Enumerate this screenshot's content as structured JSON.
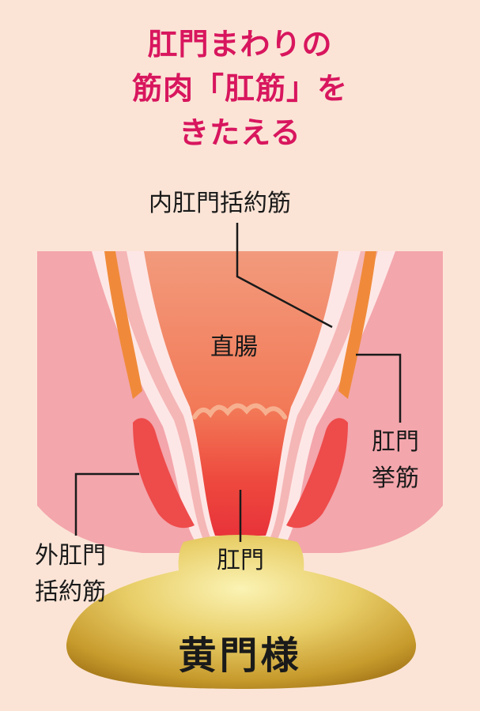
{
  "title": {
    "line1": "肛門まわりの",
    "line2": "筋肉「肛筋」を",
    "line3": "きたえる"
  },
  "labels": {
    "internal_sphincter": "内肛門括約筋",
    "rectum": "直腸",
    "levator_line1": "肛門",
    "levator_line2": "挙筋",
    "external_line1": "外肛門",
    "external_line2": "括約筋",
    "anus": "肛門"
  },
  "brand": "黄門様",
  "colors": {
    "background": "#fbe4d6",
    "title": "#d8165e",
    "outer_tissue": "#f3a6ac",
    "rectum": "#f28a6d",
    "levator": "#f08a3a",
    "external_sphincter": "#ee4b4b",
    "lining": "#fde7e6",
    "gold": "#c9a132"
  }
}
